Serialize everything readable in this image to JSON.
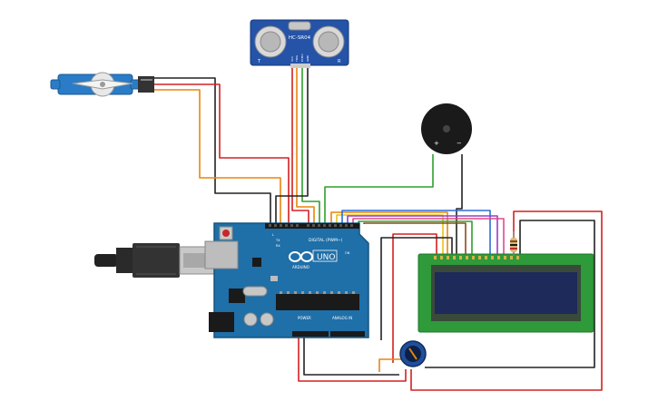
{
  "sensor": {
    "label": "HC-SR04",
    "pin_labels": [
      "VCC",
      "TRIG",
      "ECHO",
      "GND"
    ],
    "corner_left": "T",
    "corner_right": "R"
  },
  "buzzer": {
    "plus": "+",
    "minus": "−"
  },
  "arduino": {
    "logo_text": "ARDUINO",
    "model": "UNO",
    "digital_label": "DIGITAL (PWM~)",
    "power_label": "POWER",
    "analog_label": "ANALOG IN",
    "tx_label": "TX",
    "rx_label": "RX",
    "on_label": "ON",
    "l_label": "L"
  },
  "colors": {
    "board": "#1f6fa8",
    "board_dark": "#15557f",
    "lcd_pcb": "#2e9a3a",
    "lcd_screen": "#1d2a5a",
    "sensor_pcb": "#2453a8",
    "wire_red": "#d42020",
    "wire_black": "#222222",
    "wire_orange": "#e8860f",
    "wire_yellow": "#e6c21a",
    "wire_green": "#2ea02e",
    "wire_blue": "#2a6fd6",
    "wire_purple": "#9b3bc9",
    "wire_pink": "#e04a8a",
    "wire_brown": "#8a4b1e"
  },
  "icons": [
    "usb-plug-icon",
    "servo-motor-icon",
    "buzzer-icon",
    "potentiometer-icon",
    "resistor-icon"
  ]
}
